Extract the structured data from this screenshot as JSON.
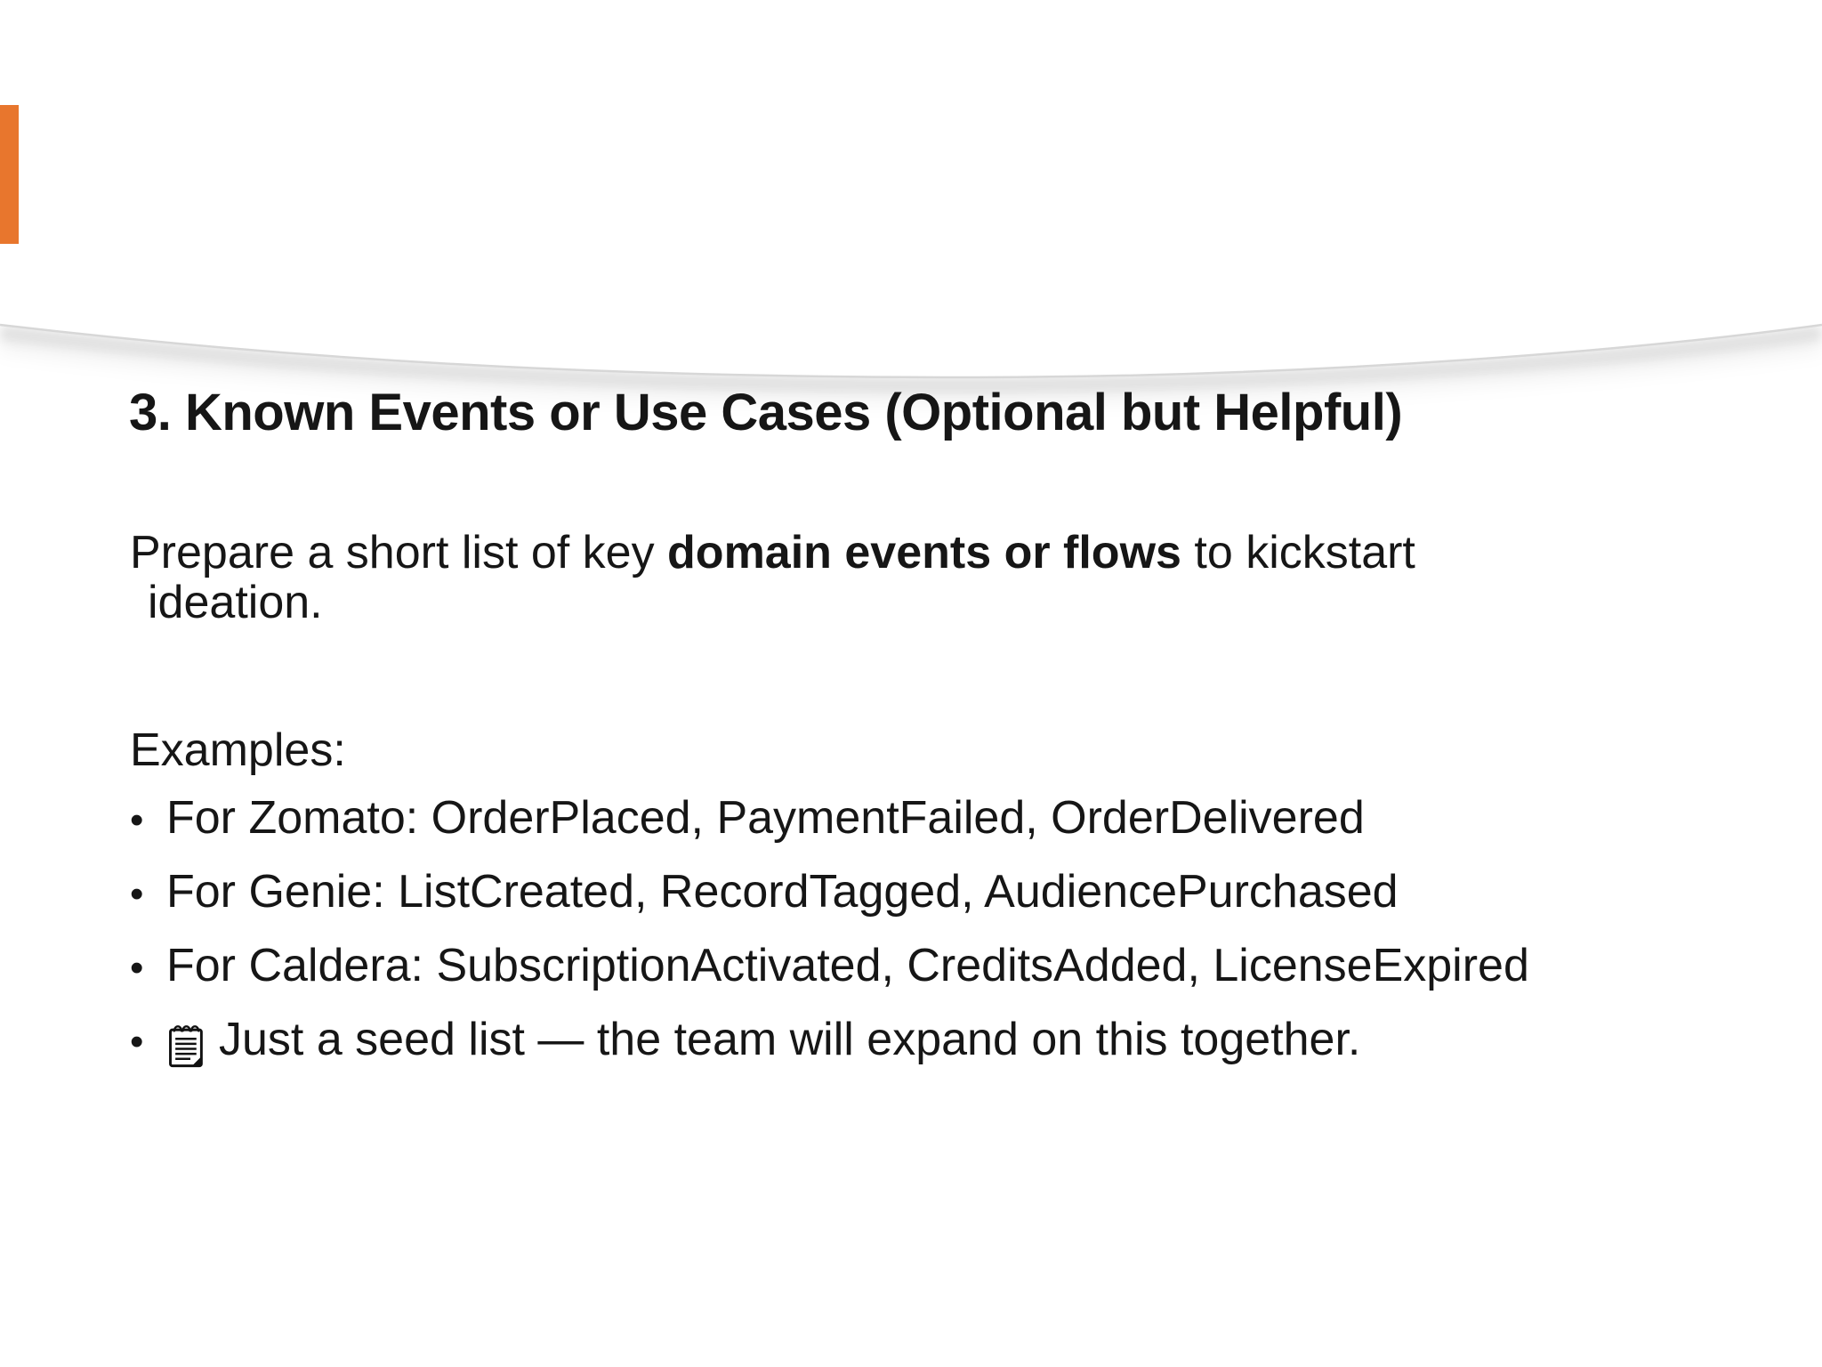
{
  "slide": {
    "accent_color": "#E8762D",
    "curve_line_color": "#d7d7d7",
    "text_color": "#161616",
    "heading": "3. Known Events or Use Cases (Optional but Helpful)",
    "body": {
      "line1_pre": "Prepare a short list of key ",
      "line1_bold": "domain events or flows",
      "line1_post": " to kickstart",
      "line2": "ideation."
    },
    "examples_label": "Examples:",
    "bullet_char": "•",
    "bullets": [
      {
        "text": "For Zomato: OrderPlaced, PaymentFailed, OrderDelivered"
      },
      {
        "text": "For Genie: ListCreated, RecordTagged, AudiencePurchased"
      },
      {
        "text": "For Caldera: SubscriptionActivated, CreditsAdded, LicenseExpired"
      },
      {
        "icon": "spiral-notepad-icon",
        "text": "Just a seed list — the team will expand on this together."
      }
    ]
  }
}
